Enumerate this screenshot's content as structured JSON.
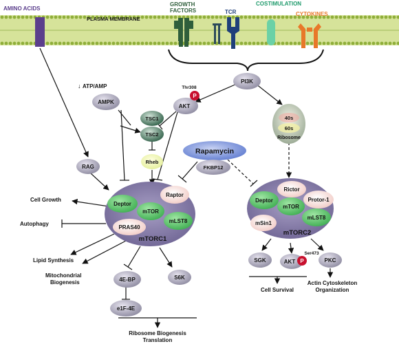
{
  "header": {
    "amino_acids": "AMINO ACIDS",
    "plasma_membrane": "PLASMA MEMBRANE",
    "growth_factors_line1": "GROWTH",
    "growth_factors_line2": "FACTORS",
    "tcr": "TCR",
    "costimulation": "COSTIMULATION",
    "cytokines": "CYTOKINES"
  },
  "colors": {
    "amino_acids": "#5b3e8c",
    "growth_factors": "#2f5e3b",
    "tcr": "#1f3f7a",
    "costimulation": "#1e9a6b",
    "cytokines": "#e8782a",
    "membrane_band": "#c6d97a",
    "phospho": "#c8102e",
    "rapamycin": "#6f86d0"
  },
  "nodes": {
    "pi3k": "PI3K",
    "akt": "AKT",
    "thr308": "Thr308",
    "p": "P",
    "ampk": "AMPK",
    "atp_amp": "ATP/AMP",
    "atp_amp_arrow": "↓",
    "tsc1": "TSC1",
    "tsc2": "TSC2",
    "rheb": "Rheb",
    "rag": "RAG",
    "rapamycin": "Rapamycin",
    "fkbp12": "FKBP12",
    "ribosome_40s": "40s",
    "ribosome_60s": "60s",
    "ribosome": "Ribosome"
  },
  "mtorc1": {
    "raptor": "Raptor",
    "deptor": "Deptor",
    "mtor": "mTOR",
    "mlst8": "mLST8",
    "pras40": "PRAS40",
    "name": "mTORC1"
  },
  "mtorc2": {
    "rictor": "Rictor",
    "deptor": "Deptor",
    "mtor": "mTOR",
    "protor": "Protor-1",
    "msin1": "mSin1",
    "mlst8": "mLST8",
    "name": "mTORC2"
  },
  "outputs": {
    "cell_growth": "Cell Growth",
    "autophagy": "Autophagy",
    "lipid_synthesis": "Lipid Synthesis",
    "mito_line1": "Mitochondrial",
    "mito_line2": "Biogenesis",
    "four_ebp": "4E-BP",
    "s6k": "S6K",
    "eif4e": "e1F-4E",
    "ribo_line1": "Ribosome Biogenesis",
    "ribo_line2": "Translation",
    "sgk": "SGK",
    "akt2": "AKT",
    "ser473": "Ser473",
    "pkc": "PKC",
    "cell_survival": "Cell Survival",
    "actin_line1": "Actin Cytoskeleton",
    "actin_line2": "Organization"
  }
}
